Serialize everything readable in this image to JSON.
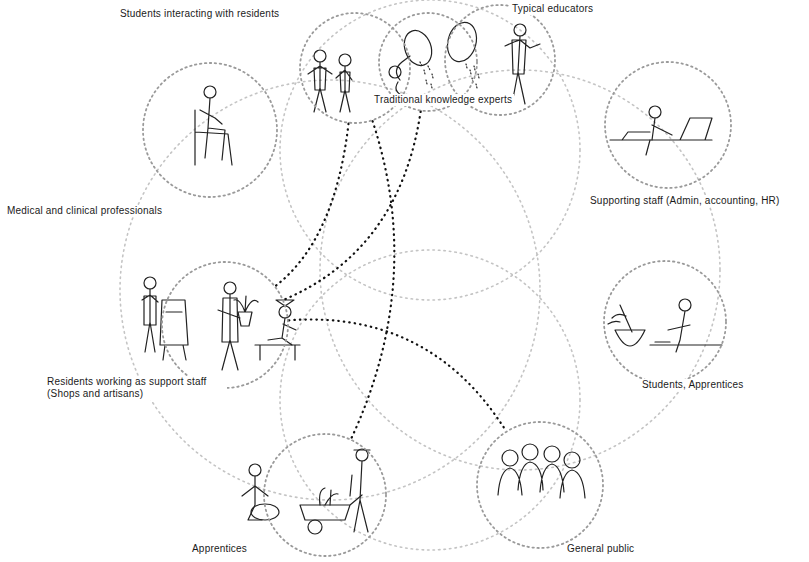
{
  "diagram": {
    "nodes": [
      {
        "text": [
          "Students interacting with residents"
        ]
      },
      {
        "text": [
          "Typical educators"
        ]
      },
      {
        "text": [
          "Traditional knowledge experts"
        ]
      },
      {
        "text": [
          "Medical and clinical professionals"
        ]
      },
      {
        "text": [
          "Supporting staff (Admin, accounting, HR)"
        ]
      },
      {
        "text": [
          "Residents working as support staff (Shops and artisans)"
        ]
      },
      {
        "text": [
          "Students, Apprentices"
        ]
      },
      {
        "text": [
          "Apprentices"
        ]
      },
      {
        "text": [
          "General public"
        ]
      }
    ],
    "edges": [
      {
        "from": 0,
        "to": 5,
        "arrow": "none"
      },
      {
        "from": 2,
        "to": 5,
        "arrow": "none"
      },
      {
        "from": 0,
        "to": 7,
        "arrow": "none"
      },
      {
        "from": 5,
        "to": 8,
        "arrow": "none"
      }
    ]
  }
}
